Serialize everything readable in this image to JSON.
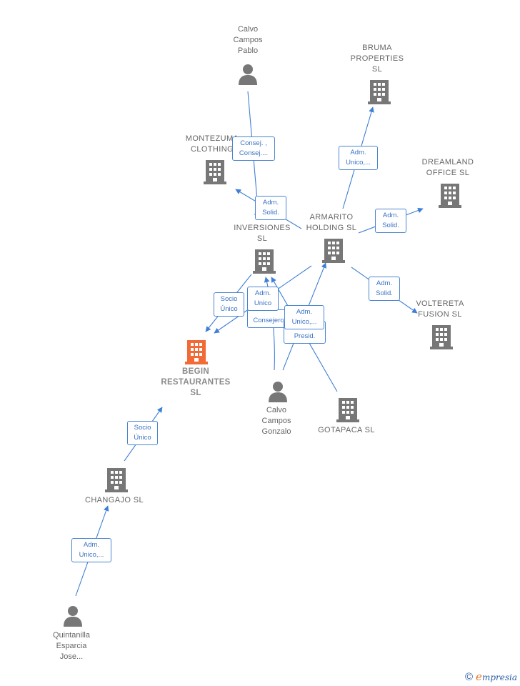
{
  "colors": {
    "edge": "#3f7fd6",
    "node": "#777777",
    "highlight": "#f26a35"
  },
  "nodes": {
    "calvo_pablo": {
      "icon": "person-icon",
      "lines": [
        "Calvo",
        "Campos",
        "Pablo"
      ]
    },
    "bruma": {
      "icon": "building-icon",
      "lines": [
        "BRUMA",
        "PROPERTIES",
        "SL"
      ]
    },
    "montezuma": {
      "icon": "building-icon",
      "lines": [
        "MONTEZUMA",
        "CLOTHING"
      ]
    },
    "dreamland": {
      "icon": "building-icon",
      "lines": [
        "DREAMLAND",
        "OFFICE  SL"
      ]
    },
    "tra_inversiones": {
      "icon": "building-icon",
      "lines": [
        "TRA",
        "INVERSIONES",
        "SL"
      ]
    },
    "armarito": {
      "icon": "building-icon",
      "lines": [
        "ARMARITO",
        "HOLDING  SL"
      ]
    },
    "voltereta": {
      "icon": "building-icon",
      "lines": [
        "VOLTERETA",
        "FUSION  SL"
      ]
    },
    "begin": {
      "icon": "building-icon",
      "lines": [
        "BEGIN",
        "RESTAURANTES",
        "SL"
      ]
    },
    "calvo_gonzalo": {
      "icon": "person-icon",
      "lines": [
        "Calvo",
        "Campos",
        "Gonzalo"
      ]
    },
    "gotapaca": {
      "icon": "building-icon",
      "lines": [
        "GOTAPACA  SL"
      ]
    },
    "changajo": {
      "icon": "building-icon",
      "lines": [
        "CHANGAJO  SL"
      ]
    },
    "quintanilla": {
      "icon": "person-icon",
      "lines": [
        "Quintanilla",
        "Esparcia",
        "Jose..."
      ]
    }
  },
  "relations": {
    "pablo_montezuma": [
      "Consej. ,",
      "Consej...."
    ],
    "pablo_tra": [
      "Adm.",
      "Solid."
    ],
    "armarito_bruma": [
      "Adm.",
      "Unico,..."
    ],
    "armarito_dreamland": [
      "Adm.",
      "Solid."
    ],
    "armarito_voltereta": [
      "Adm.",
      "Solid."
    ],
    "tra_begin": [
      "Socio",
      "Único"
    ],
    "armarito_begin": [
      "Adm.",
      "Unico"
    ],
    "gonzalo_tra": [
      "Consejero"
    ],
    "gotapaca_tra": [
      "Presid."
    ],
    "gonzalo_armarito": [
      "Adm.",
      "Unico,..."
    ],
    "changajo_begin": [
      "Socio",
      "Único"
    ],
    "quintanilla_changajo": [
      "Adm.",
      "Unico,..."
    ]
  },
  "footer": {
    "copyright": "©",
    "brand_initial": "e",
    "brand_rest": "mpresia"
  }
}
